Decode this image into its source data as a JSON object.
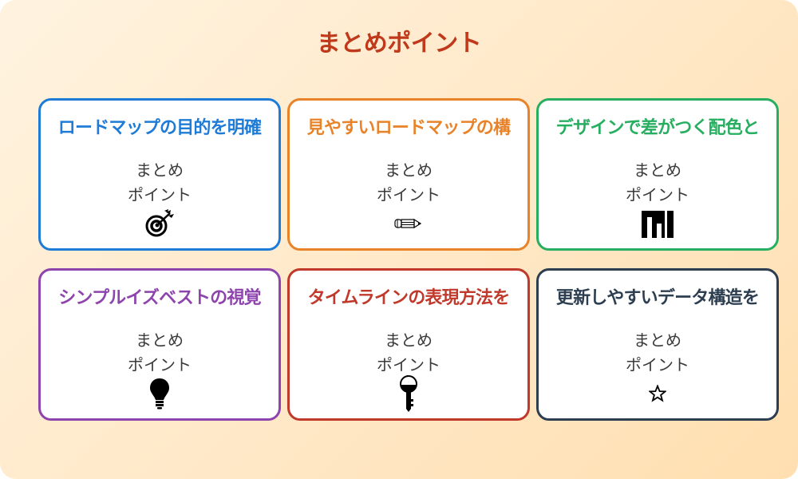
{
  "header": {
    "title": "まとめポイント",
    "title_color": "#c0391b"
  },
  "cards": [
    {
      "title": "ロードマップの目的を明確",
      "subtitle_line1": "まとめ",
      "subtitle_line2": "ポイント",
      "icon": "target-icon",
      "color": "#1e7bd6"
    },
    {
      "title": "見やすいロードマップの構",
      "subtitle_line1": "まとめ",
      "subtitle_line2": "ポイント",
      "icon": "pencil-icon",
      "color": "#e8832a"
    },
    {
      "title": "デザインで差がつく配色と",
      "subtitle_line1": "まとめ",
      "subtitle_line2": "ポイント",
      "icon": "bar-chart-icon",
      "color": "#27ae60"
    },
    {
      "title": "シンプルイズベストの視覚",
      "subtitle_line1": "まとめ",
      "subtitle_line2": "ポイント",
      "icon": "lightbulb-icon",
      "color": "#8e44ad"
    },
    {
      "title": "タイムラインの表現方法を",
      "subtitle_line1": "まとめ",
      "subtitle_line2": "ポイント",
      "icon": "key-icon",
      "color": "#c0392b"
    },
    {
      "title": "更新しやすいデータ構造を",
      "subtitle_line1": "まとめ",
      "subtitle_line2": "ポイント",
      "icon": "star-icon",
      "color": "#2c3e50"
    }
  ]
}
